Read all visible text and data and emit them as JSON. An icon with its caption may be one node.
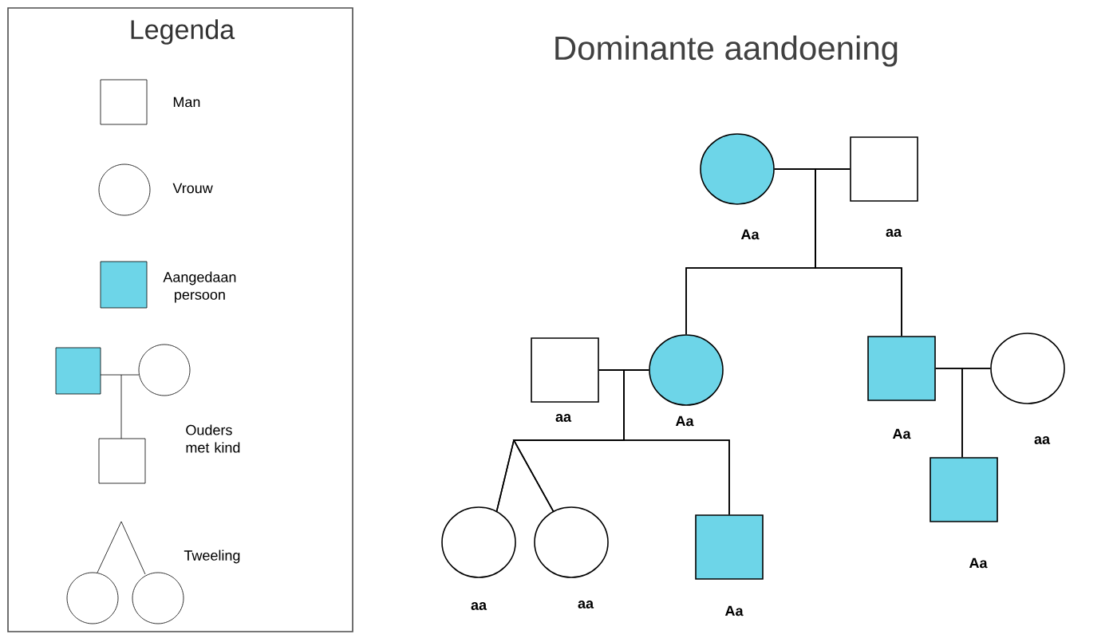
{
  "diagram": {
    "title": "Dominante aandoening",
    "nodes": [
      {
        "text": [],
        "shape": "circle",
        "beside": [
          "Aa"
        ]
      },
      {
        "text": [],
        "shape": "box",
        "beside": [
          "aa"
        ]
      },
      {
        "text": [],
        "shape": "box",
        "beside": [
          "aa"
        ]
      },
      {
        "text": [],
        "shape": "circle",
        "beside": [
          "Aa"
        ]
      },
      {
        "text": [],
        "shape": "box",
        "beside": [
          "Aa"
        ]
      },
      {
        "text": [],
        "shape": "circle",
        "beside": [
          "aa"
        ]
      },
      {
        "text": [],
        "shape": "circle",
        "beside": [
          "aa"
        ]
      },
      {
        "text": [],
        "shape": "circle",
        "beside": [
          "aa"
        ]
      },
      {
        "text": [],
        "shape": "box",
        "beside": [
          "Aa"
        ]
      },
      {
        "text": [],
        "shape": "box",
        "beside": [
          "Aa"
        ]
      }
    ],
    "edges": [
      {
        "from": 0,
        "to": 1,
        "arrow": "none"
      },
      {
        "from": 0,
        "to": 3,
        "arrow": "none"
      },
      {
        "from": 1,
        "to": 3,
        "arrow": "none"
      },
      {
        "from": 0,
        "to": 4,
        "arrow": "none"
      },
      {
        "from": 1,
        "to": 4,
        "arrow": "none"
      },
      {
        "from": 2,
        "to": 3,
        "arrow": "none"
      },
      {
        "from": 2,
        "to": 6,
        "arrow": "none"
      },
      {
        "from": 3,
        "to": 6,
        "arrow": "none"
      },
      {
        "from": 2,
        "to": 7,
        "arrow": "none"
      },
      {
        "from": 3,
        "to": 7,
        "arrow": "none"
      },
      {
        "from": 2,
        "to": 8,
        "arrow": "none"
      },
      {
        "from": 3,
        "to": 8,
        "arrow": "none"
      },
      {
        "from": 4,
        "to": 5,
        "arrow": "none"
      },
      {
        "from": 4,
        "to": 9,
        "arrow": "none"
      },
      {
        "from": 5,
        "to": 9,
        "arrow": "none"
      }
    ],
    "labels": [
      "Legenda"
    ],
    "legend": [
      {
        "text": "Man"
      },
      {
        "text": "Vrouw"
      },
      {
        "text": "Aangedaan persoon",
        "color": "#6dd5e8"
      },
      {
        "text": "Ouders met kind"
      },
      {
        "text": "Tweeling"
      }
    ]
  }
}
